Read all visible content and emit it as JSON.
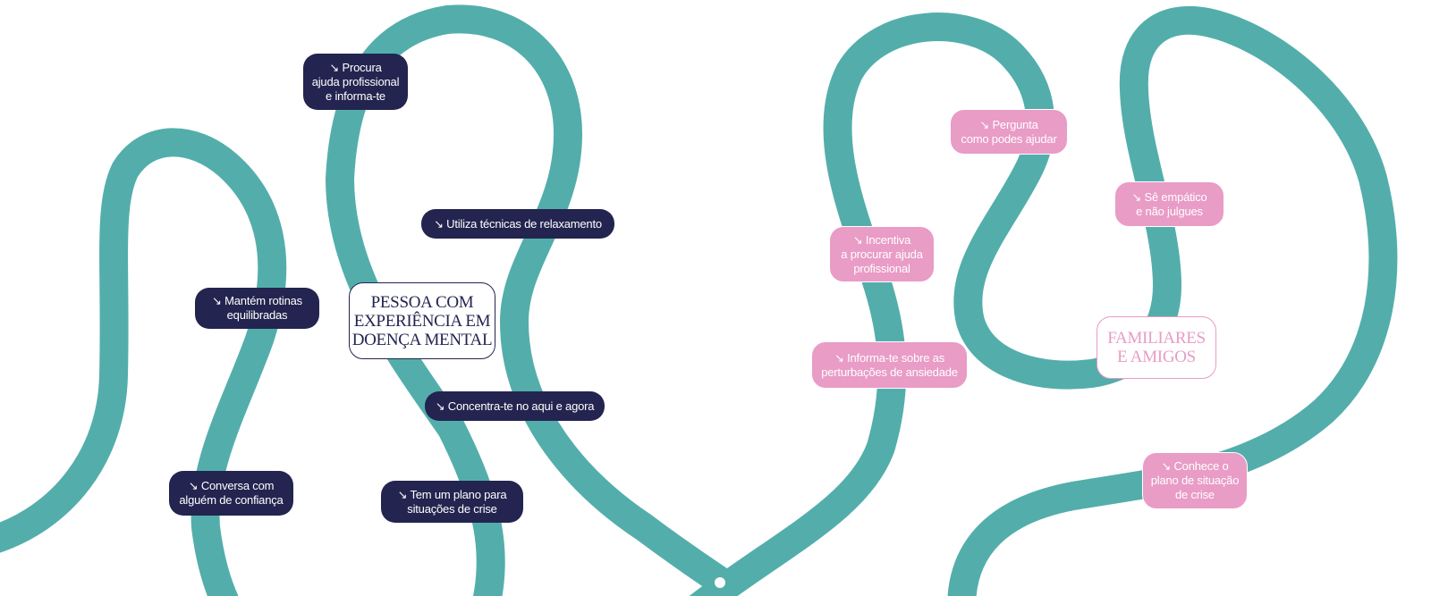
{
  "colors": {
    "path": "#53aeab",
    "navy": "#23244f",
    "pink": "#e89cc6",
    "background": "#ffffff"
  },
  "arrow_icon": "south-east-arrow-icon",
  "person_group": {
    "title": "PESSOA COM\nEXPERIÊNCIA EM\nDOENÇA MENTAL",
    "tips": [
      "↘ Procura\najuda profissional\ne informa-te",
      "↘ Utiliza técnicas de relaxamento",
      "↘ Mantém rotinas\nequilibradas",
      "↘ Concentra-te no aqui e agora",
      "↘ Conversa com\nalguém de confiança",
      "↘ Tem um plano para\nsituações de crise"
    ]
  },
  "family_group": {
    "title": "FAMILIARES\nE AMIGOS",
    "tips": [
      "↘ Pergunta\ncomo podes ajudar",
      "↘ Sê empático\ne não julgues",
      "↘ Incentiva\na procurar ajuda\nprofissional",
      "↘ Informa-te sobre as\nperturbações de ansiedade",
      "↘ Conhece o\nplano de situação\nde crise"
    ]
  }
}
